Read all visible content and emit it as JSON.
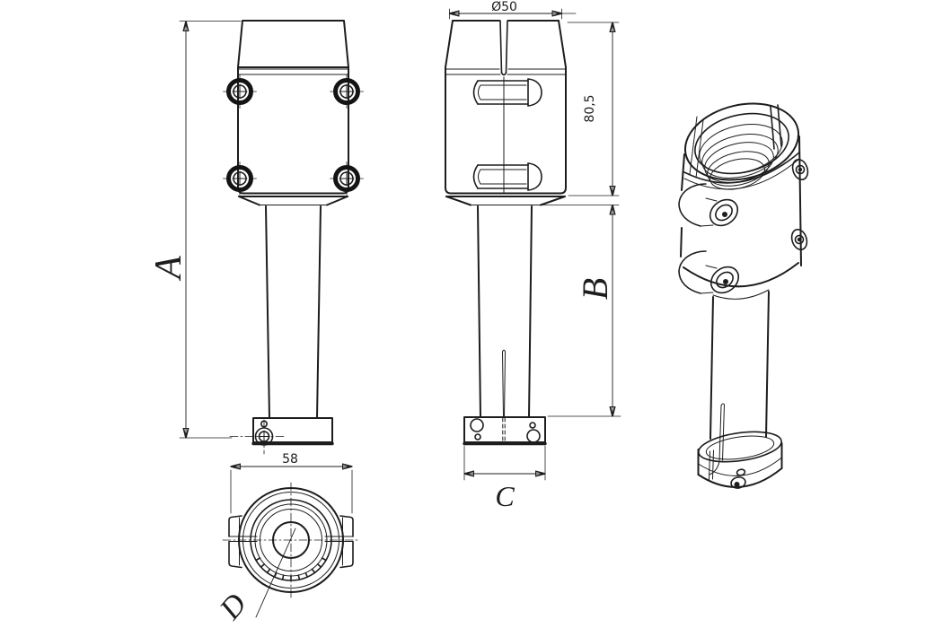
{
  "drawing": {
    "background_color": "#ffffff",
    "line_color": "#1d1d1d",
    "dimensions": {
      "overall_height_label": "A",
      "shaft_length_label": "B",
      "collar_width_label": "C",
      "bore_label": "D",
      "top_diameter": "Ø50",
      "clamp_body_height": "80,5",
      "base_width": "58"
    }
  }
}
